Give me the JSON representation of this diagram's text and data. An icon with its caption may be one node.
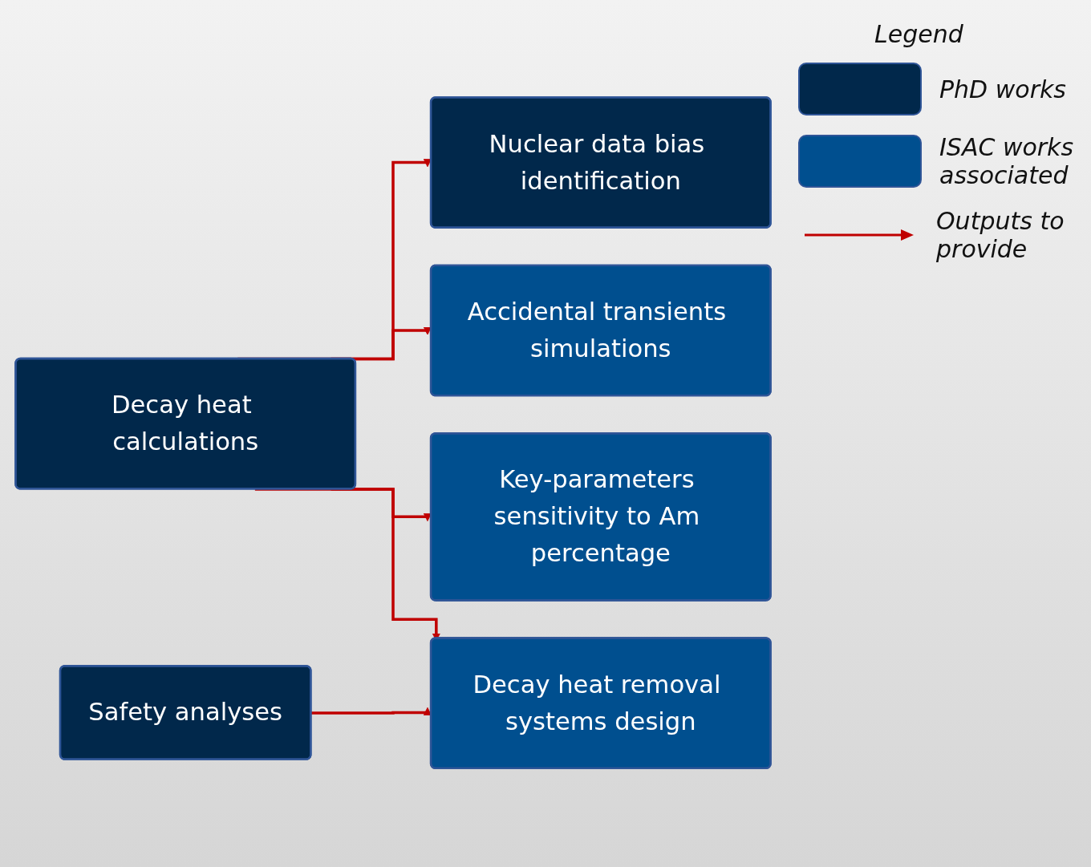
{
  "diagram": {
    "nodes": [
      {
        "text": [
          "Decay heat calculations"
        ]
      },
      {
        "text": [
          "Nuclear data bias identification"
        ]
      },
      {
        "text": [
          "Accidental transients simulations"
        ]
      },
      {
        "text": [
          "Key-parameters sensitivity to Am percentage"
        ]
      },
      {
        "text": [
          "Decay heat removal systems design"
        ]
      },
      {
        "text": [
          "Safety analyses"
        ]
      }
    ],
    "edges": [
      {
        "from": 0,
        "to": 1,
        "arrow": "to"
      },
      {
        "from": 0,
        "to": 2,
        "arrow": "to"
      },
      {
        "from": 0,
        "to": 3,
        "arrow": "to"
      },
      {
        "from": 0,
        "to": 4,
        "arrow": "to"
      },
      {
        "from": 5,
        "to": 4,
        "arrow": "to"
      }
    ],
    "labels": [
      "Legend"
    ],
    "legend": [
      {
        "text": "PhD works",
        "color": "#01284b"
      },
      {
        "text": "ISAC works associated",
        "color": "#004f8f"
      },
      {
        "text": "Outputs to provide"
      }
    ]
  }
}
